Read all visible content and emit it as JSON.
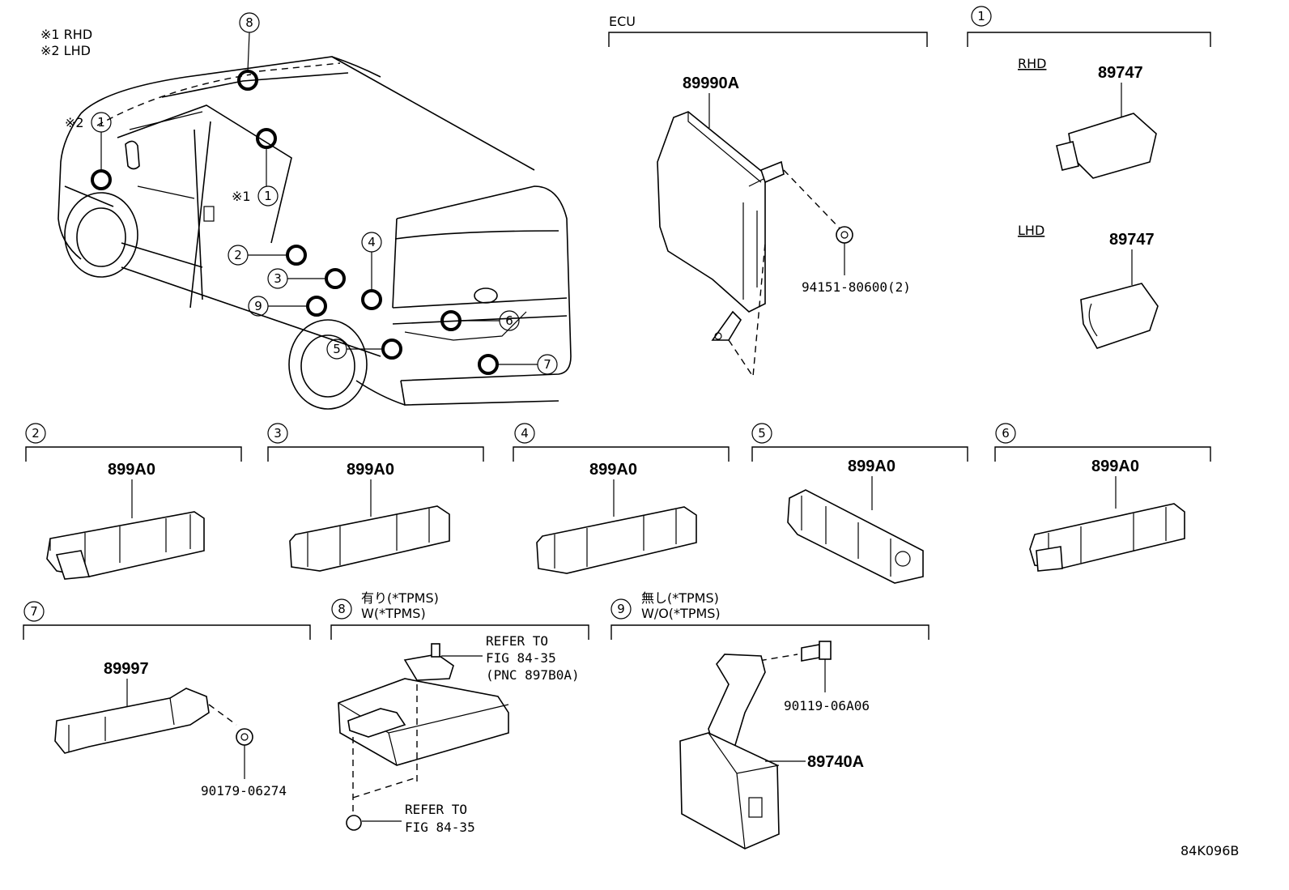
{
  "notes": {
    "rhd": "※1 RHD",
    "lhd": "※2 LHD"
  },
  "van_callouts": {
    "c8": "8",
    "c1a": "1",
    "c1a_mark": "※2",
    "c1b": "1",
    "c1b_mark": "※1",
    "c2": "2",
    "c3": "3",
    "c4": "4",
    "c5": "5",
    "c6": "6",
    "c7": "7",
    "c9": "9"
  },
  "ecu": {
    "title": "ECU",
    "part": "89990A",
    "screw": "94151-80600(2)"
  },
  "sec1": {
    "num": "1",
    "rhd_label": "RHD",
    "rhd_part": "89747",
    "lhd_label": "LHD",
    "lhd_part": "89747"
  },
  "sec2": {
    "num": "2",
    "part": "899A0"
  },
  "sec3": {
    "num": "3",
    "part": "899A0"
  },
  "sec4": {
    "num": "4",
    "part": "899A0"
  },
  "sec5": {
    "num": "5",
    "part": "899A0"
  },
  "sec6": {
    "num": "6",
    "part": "899A0"
  },
  "sec7": {
    "num": "7",
    "part": "89997",
    "clip": "90179-06274"
  },
  "sec8": {
    "num": "8",
    "cond_jp": "有り(*TPMS)",
    "cond_en": "W(*TPMS)",
    "ref1_l1": "REFER TO",
    "ref1_l2": "FIG 84-35",
    "ref1_l3": "(PNC 897B0A)",
    "ref2_l1": "REFER TO",
    "ref2_l2": "FIG 84-35"
  },
  "sec9": {
    "num": "9",
    "cond_jp": "無し(*TPMS)",
    "cond_en": "W/O(*TPMS)",
    "bolt": "90119-06A06",
    "part": "89740A"
  },
  "figure_id": "84K096B"
}
